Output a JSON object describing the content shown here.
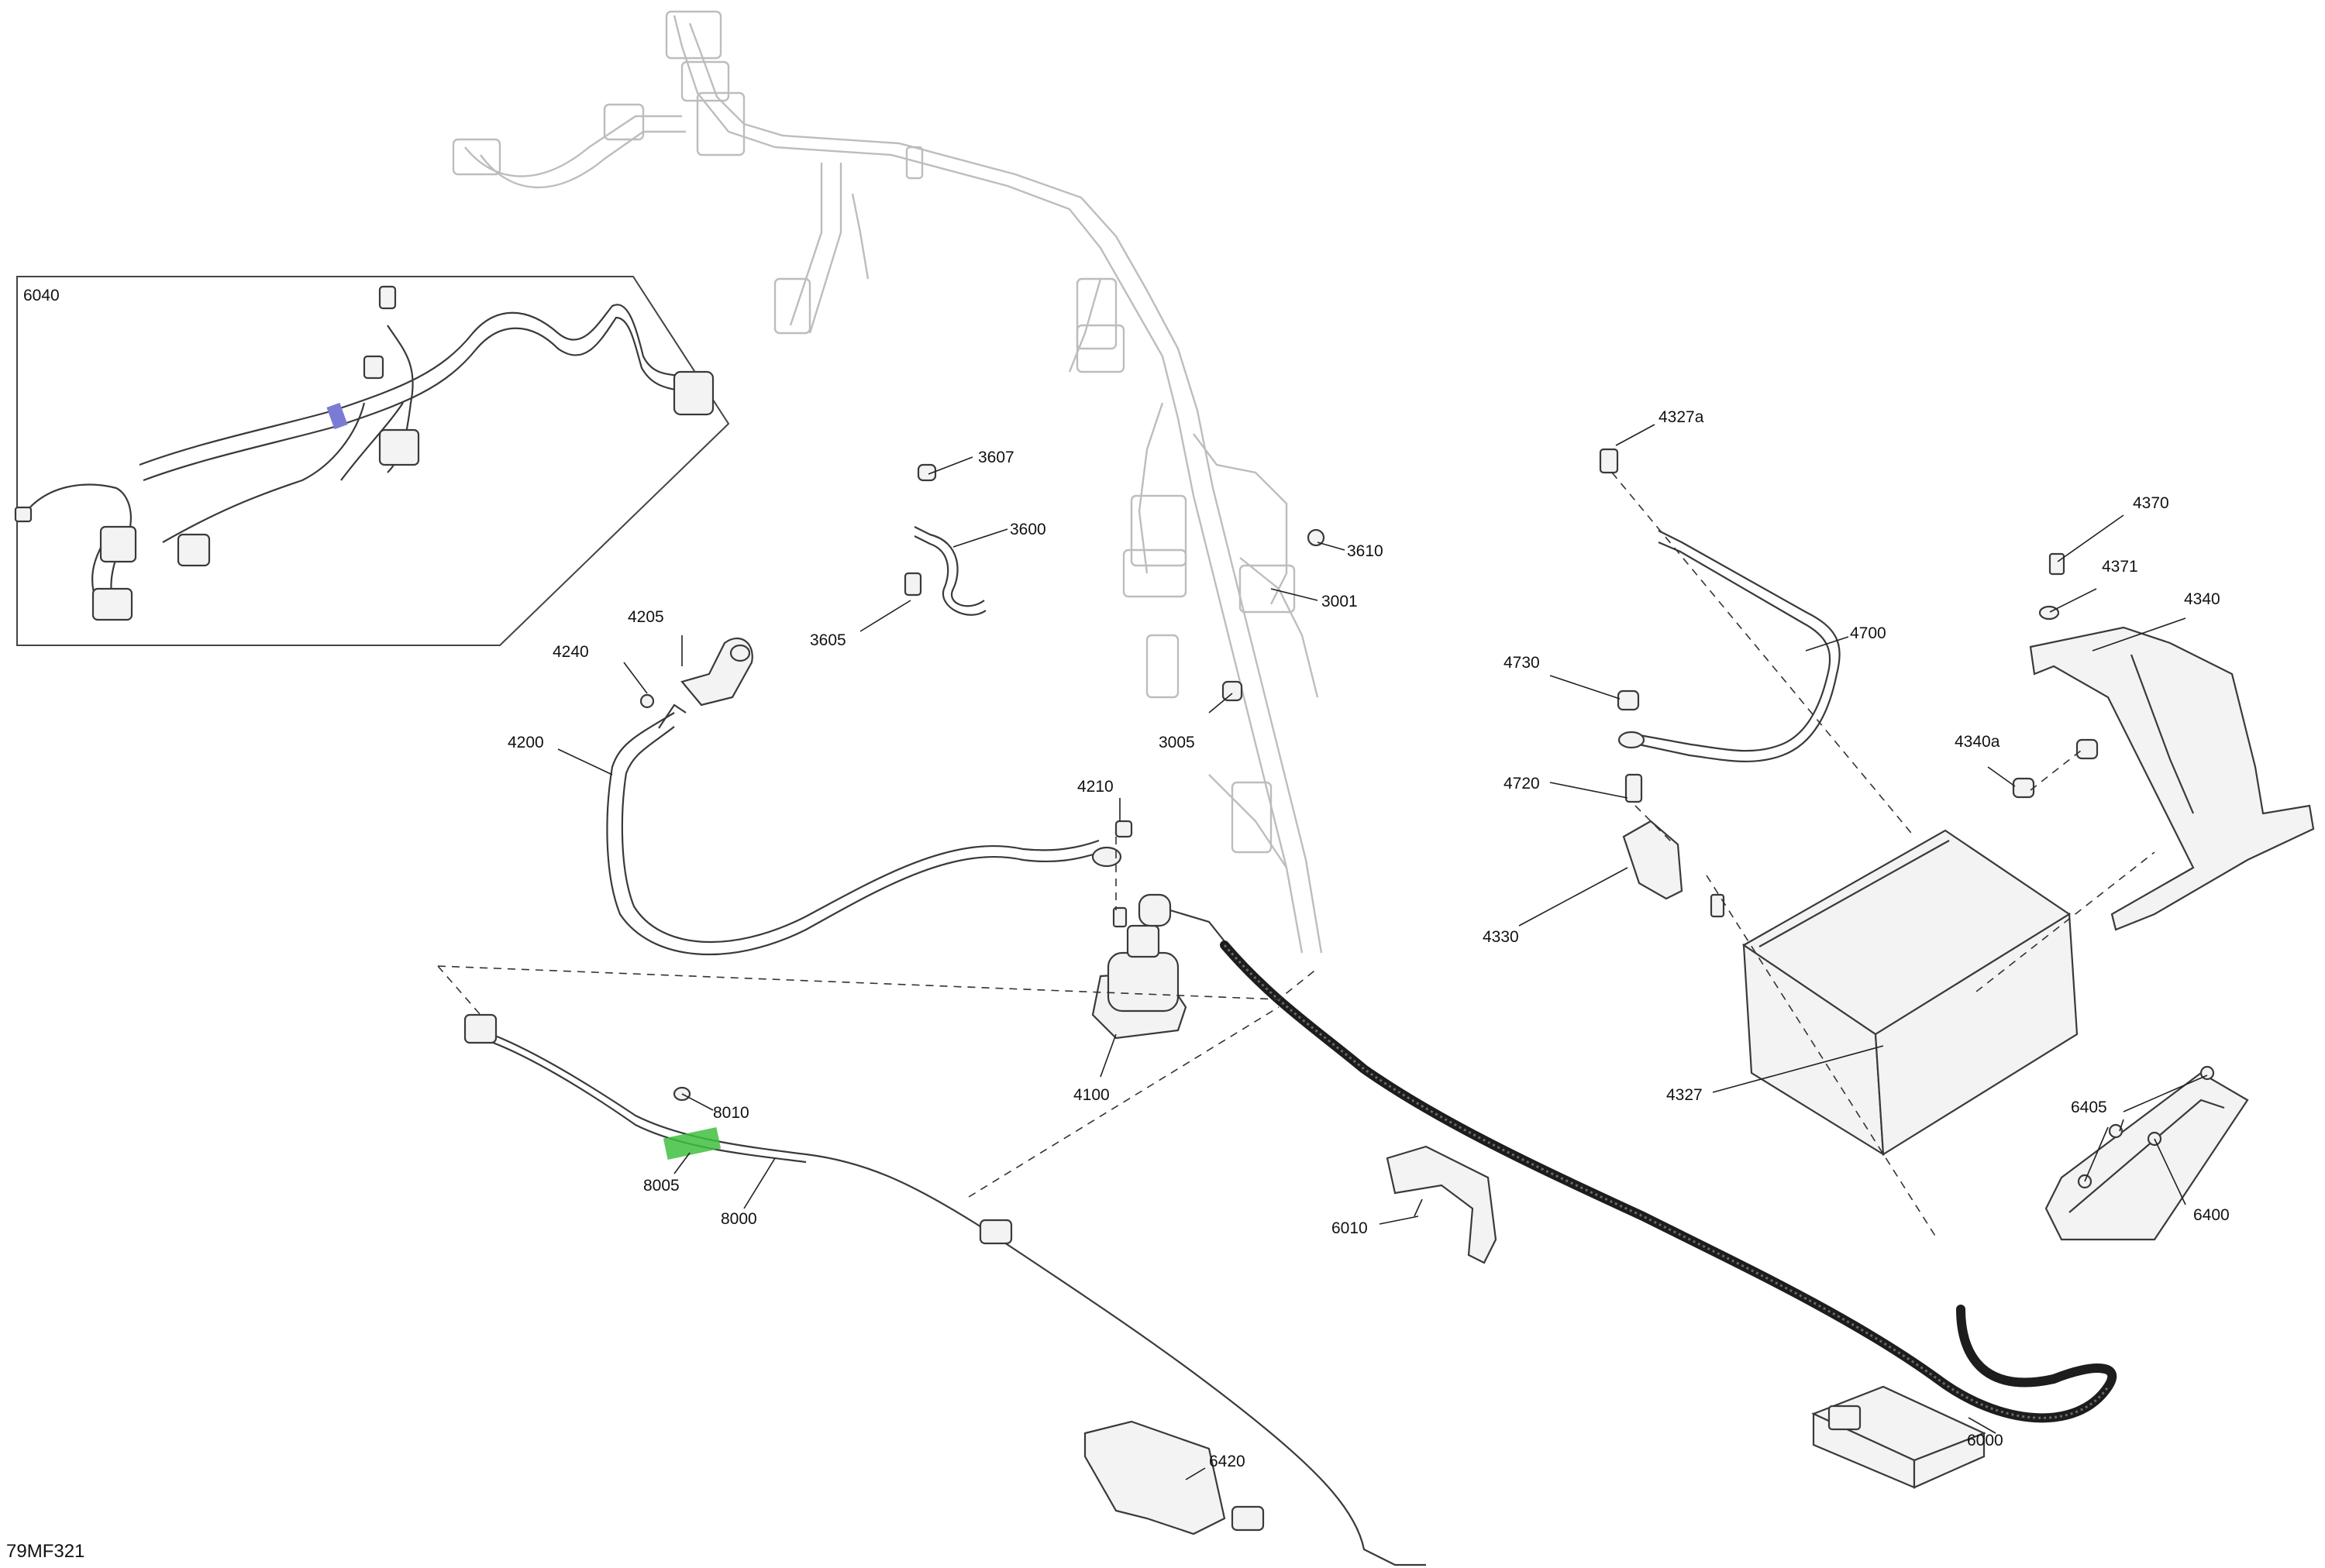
{
  "diagram": {
    "drawing_code": "79MF321",
    "inset_label": "6040",
    "callouts": {
      "c3607": "3607",
      "c3600": "3600",
      "c3605": "3605",
      "c3610": "3610",
      "c3001": "3001",
      "c3005": "3005",
      "c4205": "4205",
      "c4240": "4240",
      "c4200": "4200",
      "c4210": "4210",
      "c4100": "4100",
      "c4327a": "4327a",
      "c4700": "4700",
      "c4730": "4730",
      "c4720": "4720",
      "c4330": "4330",
      "c4327": "4327",
      "c4370": "4370",
      "c4371": "4371",
      "c4340": "4340",
      "c4340a": "4340a",
      "c6405": "6405",
      "c6400": "6400",
      "c6010": "6010",
      "c6000": "6000",
      "c6420": "6420",
      "c8010": "8010",
      "c8005": "8005",
      "c8000": "8000"
    },
    "colors": {
      "highlight_band": "#7b7bd6",
      "highlight_part": "#3fbf3f",
      "heavy_harness": "#1d1d1d"
    }
  }
}
